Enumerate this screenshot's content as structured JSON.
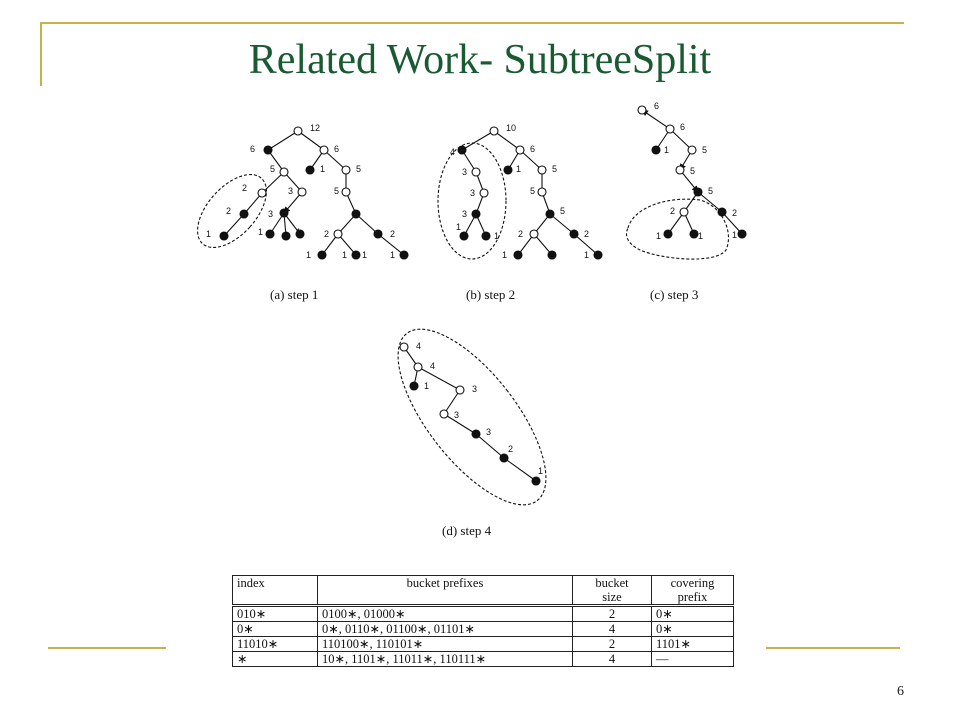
{
  "slide": {
    "title": "Related Work- SubtreeSplit",
    "page_number": "6",
    "accent_color": "#c8b04a",
    "title_color": "#1a5a33"
  },
  "figure": {
    "captions": [
      "(a) step 1",
      "(b) step 2",
      "(c) step 3",
      "(d) step 4"
    ],
    "tree_a_labels": [
      "12",
      "6",
      "6",
      "5",
      "5",
      "3",
      "5",
      "2",
      "2",
      "3",
      "1",
      "1",
      "1",
      "2",
      "2",
      "1",
      "1",
      "1",
      "1",
      "1"
    ],
    "tree_b_labels": [
      "10",
      "4",
      "6",
      "3",
      "5",
      "3",
      "5",
      "3",
      "5",
      "2",
      "2",
      "1",
      "1",
      "1",
      "1",
      "1"
    ],
    "tree_c_labels": [
      "6",
      "6",
      "1",
      "5",
      "5",
      "5",
      "2",
      "2",
      "1",
      "1",
      "1"
    ],
    "tree_d_labels": [
      "4",
      "4",
      "1",
      "3",
      "3",
      "3",
      "2",
      "1"
    ]
  },
  "table": {
    "headers": [
      [
        "index"
      ],
      [
        "bucket prefixes"
      ],
      [
        "bucket",
        "size"
      ],
      [
        "covering",
        "prefix"
      ]
    ],
    "rows": [
      [
        "010∗",
        "0100∗, 01000∗",
        "2",
        "0∗"
      ],
      [
        "0∗",
        "0∗, 0110∗, 01100∗, 01101∗",
        "4",
        "0∗"
      ],
      [
        "11010∗",
        "110100∗, 110101∗",
        "2",
        "1101∗"
      ],
      [
        "∗",
        "10∗, 1101∗, 11011∗, 110111∗",
        "4",
        "—"
      ]
    ]
  }
}
